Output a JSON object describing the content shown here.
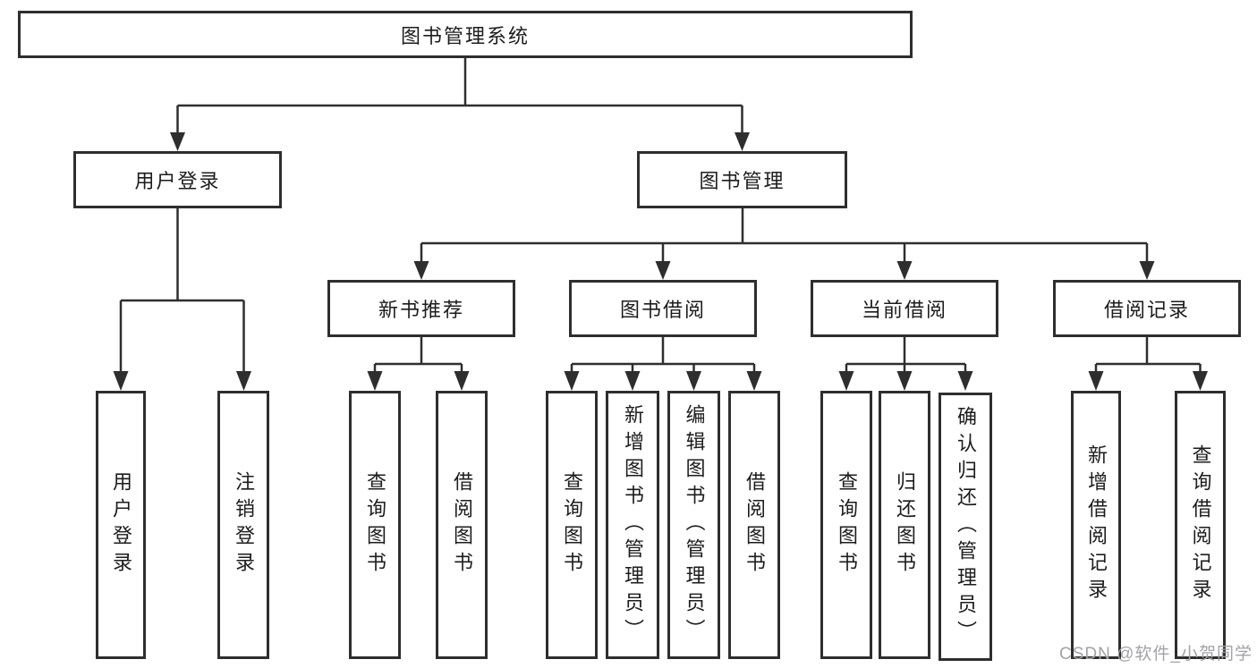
{
  "diagram": {
    "root": {
      "label": "图书管理系统",
      "children": [
        {
          "label": "用户登录",
          "children": [
            {
              "label": "用户登录"
            },
            {
              "label": "注销登录"
            }
          ]
        },
        {
          "label": "图书管理",
          "children": [
            {
              "label": "新书推荐",
              "children": [
                {
                  "label": "查询图书"
                },
                {
                  "label": "借阅图书"
                }
              ]
            },
            {
              "label": "图书借阅",
              "children": [
                {
                  "label": "查询图书"
                },
                {
                  "label": "新增图书（管理员）"
                },
                {
                  "label": "编辑图书（管理员）"
                },
                {
                  "label": "借阅图书"
                }
              ]
            },
            {
              "label": "当前借阅",
              "children": [
                {
                  "label": "查询图书"
                },
                {
                  "label": "归还图书"
                },
                {
                  "label": "确认归还（管理员）"
                }
              ]
            },
            {
              "label": "借阅记录",
              "children": [
                {
                  "label": "新增借阅记录"
                },
                {
                  "label": "查询借阅记录"
                }
              ]
            }
          ]
        }
      ]
    }
  },
  "watermark": "CSDN @软件_小贺同学",
  "colors": {
    "line": "#2e2e2e",
    "box_background": "#ffffff",
    "text": "#1c1c1c",
    "watermark": "#a3a3a8"
  }
}
